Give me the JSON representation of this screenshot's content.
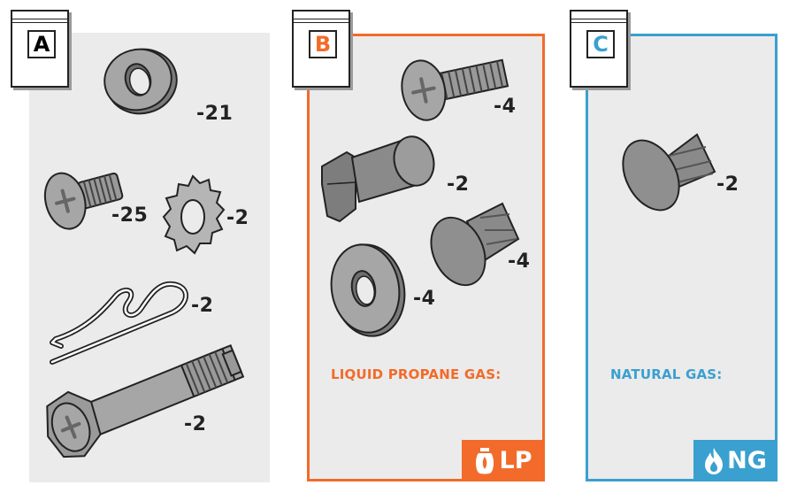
{
  "colors": {
    "lp": "#f26b2a",
    "ng": "#3aa0cf",
    "panel_bg": "#ebebeb",
    "part_fill": "#8c8c8c",
    "outline": "#222222"
  },
  "bags": {
    "a": {
      "letter": "A"
    },
    "b": {
      "letter": "B",
      "letter_color": "#f26b2a"
    },
    "c": {
      "letter": "C",
      "letter_color": "#3aa0cf"
    }
  },
  "panel_a": {
    "parts": [
      {
        "name": "flat-washer",
        "qty": "-21"
      },
      {
        "name": "phillips-screw",
        "qty": "-25"
      },
      {
        "name": "star-lock-washer",
        "qty": "-2"
      },
      {
        "name": "hairpin-cotter-pin",
        "qty": "-2"
      },
      {
        "name": "hex-bolt",
        "qty": "-2"
      }
    ]
  },
  "panel_b": {
    "parts": [
      {
        "name": "phillips-screw",
        "qty": "-4"
      },
      {
        "name": "hex-orifice-fitting",
        "qty": "-2"
      },
      {
        "name": "flat-washer",
        "qty": "-4"
      },
      {
        "name": "push-rivet",
        "qty": "-4"
      }
    ],
    "gas_label": "LIQUID PROPANE GAS:",
    "badge": {
      "icon": "propane-tank-icon",
      "text": "LP"
    }
  },
  "panel_c": {
    "parts": [
      {
        "name": "push-rivet",
        "qty": "-2"
      }
    ],
    "gas_label": "NATURAL GAS:",
    "badge": {
      "icon": "flame-icon",
      "text": "NG"
    }
  }
}
